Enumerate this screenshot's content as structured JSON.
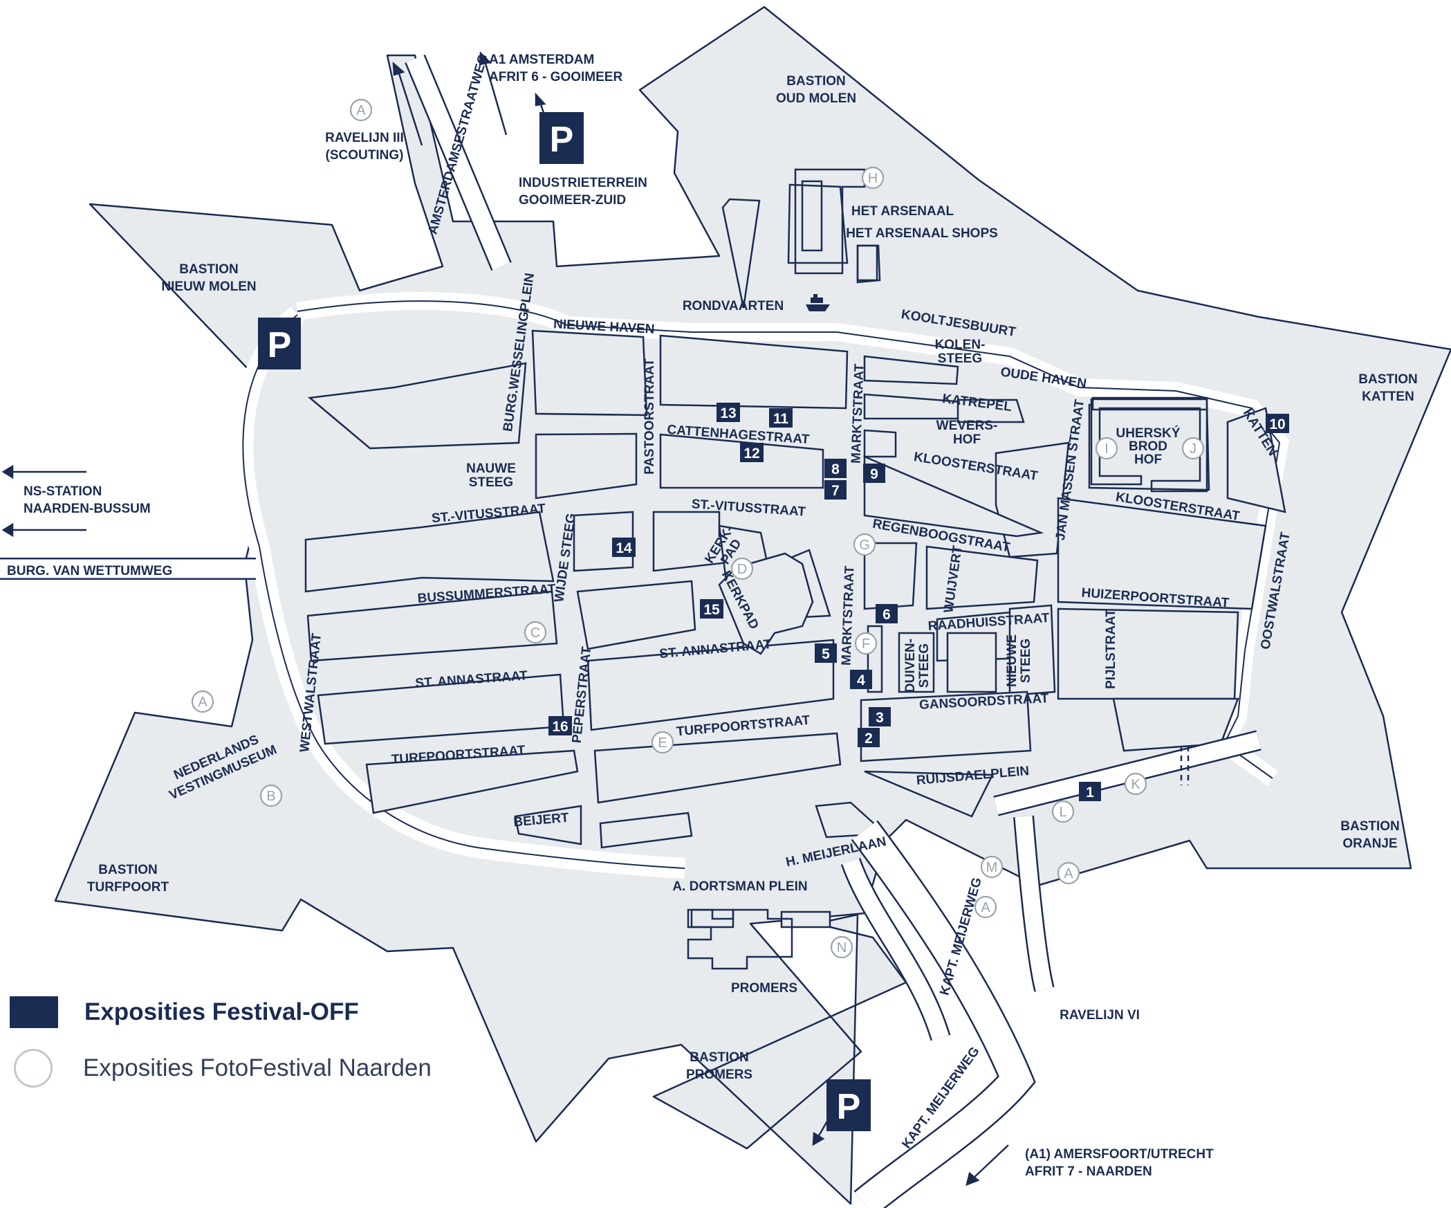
{
  "colors": {
    "navy": "#1b2c52",
    "land": "#e7ebee",
    "road": "#ffffff",
    "circle": "#9aa3ad"
  },
  "directions": {
    "ravelijn3": [
      "RAVELIJN III",
      "(SCOUTING)"
    ],
    "a1_amsterdam": [
      "A1 AMSTERDAM",
      "AFRIT 6 - GOOIMEER"
    ],
    "industrie": [
      "INDUSTRIETERREIN",
      "GOOIMEER-ZUID"
    ],
    "ns_station": [
      "NS-STATION",
      "NAARDEN-BUSSUM"
    ],
    "amersfoort": [
      "(A1) AMERSFOORT/UTRECHT",
      "AFRIT 7 - NAARDEN"
    ]
  },
  "areas": {
    "oud_molen": [
      "BASTION",
      "OUD MOLEN"
    ],
    "nieuw_molen": [
      "BASTION",
      "NIEUW MOLEN"
    ],
    "katten": [
      "BASTION",
      "KATTEN"
    ],
    "oranje": [
      "BASTION",
      "ORANJE"
    ],
    "turfpoort": [
      "BASTION",
      "TURFPOORT"
    ],
    "promers_bastion": [
      "BASTION",
      "PROMERS"
    ],
    "promers": "PROMERS",
    "ravelijn6": "RAVELIJN VI",
    "arsenaal": "HET ARSENAAL",
    "arsenaal_shops": "HET ARSENAAL SHOPS",
    "vestingmuseum": [
      "NEDERLANDS",
      "VESTINGMUSEUM"
    ],
    "uhersky": [
      "UHERSKÝ",
      "BROD",
      "HOF"
    ],
    "rondvaarten": "RONDVAARTEN"
  },
  "streets": {
    "amsterdamsestraatweg": "AMSTERDAMSESTRAATWEG",
    "burg_wesseling": "BURG.WESSELINGPLEIN",
    "nieuwe_haven": "NIEUWE HAVEN",
    "kooltjesbuurt": "KOOLTJESBUURT",
    "kolensteeg": [
      "KOLEN-",
      "STEEG"
    ],
    "oude_haven": "OUDE HAVEN",
    "katrepel": "KATREPEL",
    "wevershof": [
      "WEVERS-",
      "HOF"
    ],
    "kloosterstraat": "KLOOSTERSTRAAT",
    "katten": "KATTEN",
    "jan_massen": "JAN MASSEN STRAAT",
    "marktstraat": "MARKTSTRAAT",
    "pastoorstraat": "PASTOORSTRAAT",
    "cattenhage": "CATTENHAGESTRAAT",
    "nauwe_steeg": [
      "NAUWE",
      "STEEG"
    ],
    "st_vitus": "ST.-VITUSSTRAAT",
    "wijde_steeg": "WIJDE STEEG",
    "kerkpad": "KERKPAD",
    "kerk_pad": [
      "KERK-",
      "PAD"
    ],
    "regenboog": "REGENBOOGSTRAAT",
    "wuijvert": "WUIJVERT",
    "huizerpoort": "HUIZERPOORTSTRAAT",
    "oostwal": "OOSTWALSTRAAT",
    "burg_wettum": "BURG. VAN WETTUMWEG",
    "bussummer": "BUSSUMMERSTRAAT",
    "westwal": "WESTWALSTRAAT",
    "st_anna": "ST. ANNASTRAAT",
    "raadhuis": "RAADHUISSTRAAT",
    "duivensteeg": [
      "DUIVEN-",
      "STEEG"
    ],
    "nieuwe_steeg": [
      "NIEUWE",
      "STEEG"
    ],
    "pijlstraat": "PIJLSTRAAT",
    "peperstraat": "PEPERSTRAAT",
    "gansoord": "GANSOORDSTRAAT",
    "turfpoort": "TURFPOORTSTRAAT",
    "ruijsdael": "RUIJSDAELPLEIN",
    "beijert": "BEIJERT",
    "h_meijerlaan": "H. MEIJERLAAN",
    "dortsman": "A. DORTSMAN PLEIN",
    "kapt_meijerweg": "KAPT. MEIJERWEG"
  },
  "parking": "P",
  "markers": [
    "1",
    "2",
    "3",
    "4",
    "5",
    "6",
    "7",
    "8",
    "9",
    "10",
    "11",
    "12",
    "13",
    "14",
    "15",
    "16"
  ],
  "circles": [
    "A",
    "B",
    "C",
    "D",
    "E",
    "F",
    "G",
    "H",
    "I",
    "J",
    "K",
    "L",
    "M",
    "N"
  ],
  "legend": {
    "festival_off": "Exposities Festival-OFF",
    "fotofestival": "Exposities FotoFestival Naarden"
  }
}
